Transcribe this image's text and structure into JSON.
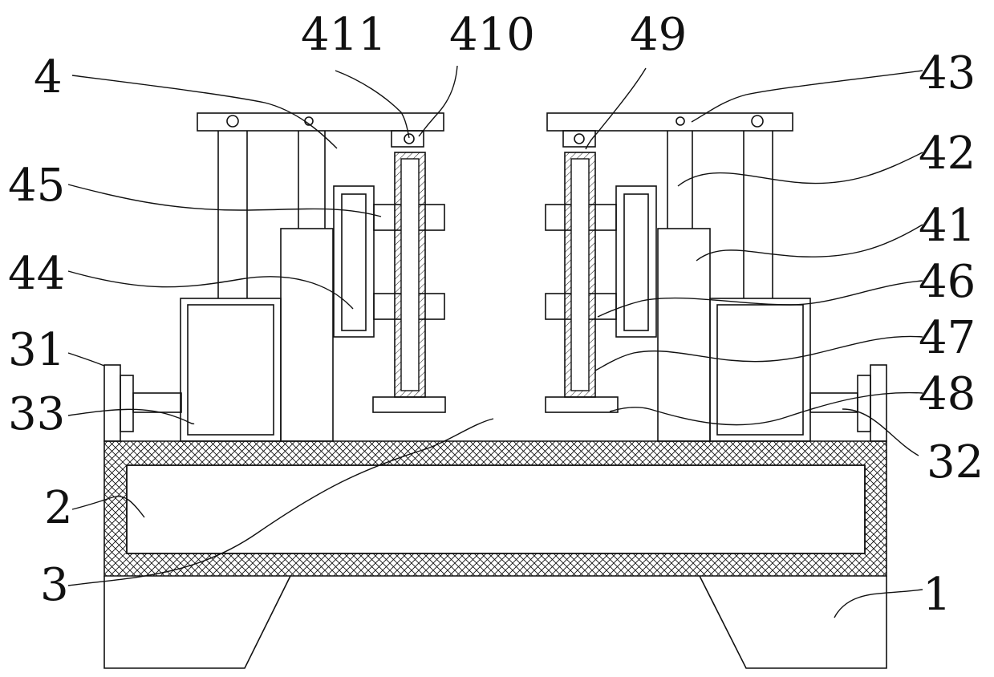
{
  "labels": {
    "l1": "1",
    "l2": "2",
    "l3": "3",
    "l4": "4",
    "l31": "31",
    "l32": "32",
    "l33": "33",
    "l41": "41",
    "l42": "42",
    "l43": "43",
    "l44": "44",
    "l45": "45",
    "l46": "46",
    "l47": "47",
    "l48": "48",
    "l49": "49",
    "l410": "410",
    "l411": "411"
  },
  "colors": {
    "line": "#111111",
    "background": "#ffffff"
  }
}
